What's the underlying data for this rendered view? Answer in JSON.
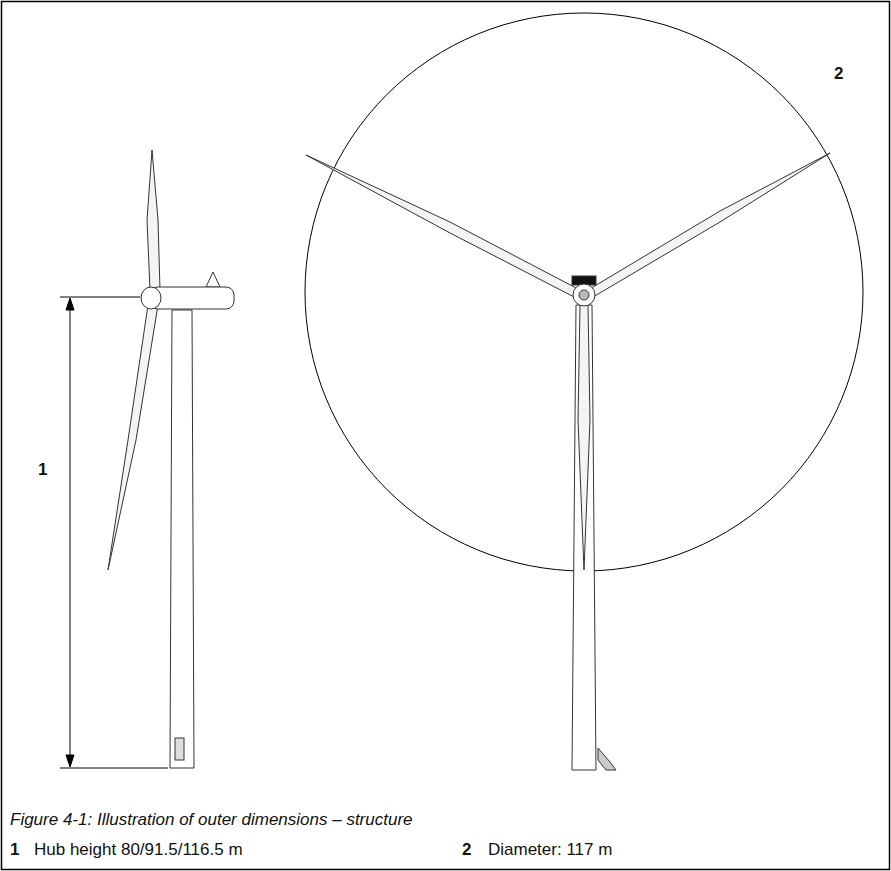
{
  "diagram": {
    "caption": "Figure 4-1: Illustration of outer dimensions – structure",
    "labels": [
      "1",
      "2",
      "1",
      "Hub height 80/91.5/116.5 m",
      "2",
      "Diameter: 117 m"
    ]
  }
}
